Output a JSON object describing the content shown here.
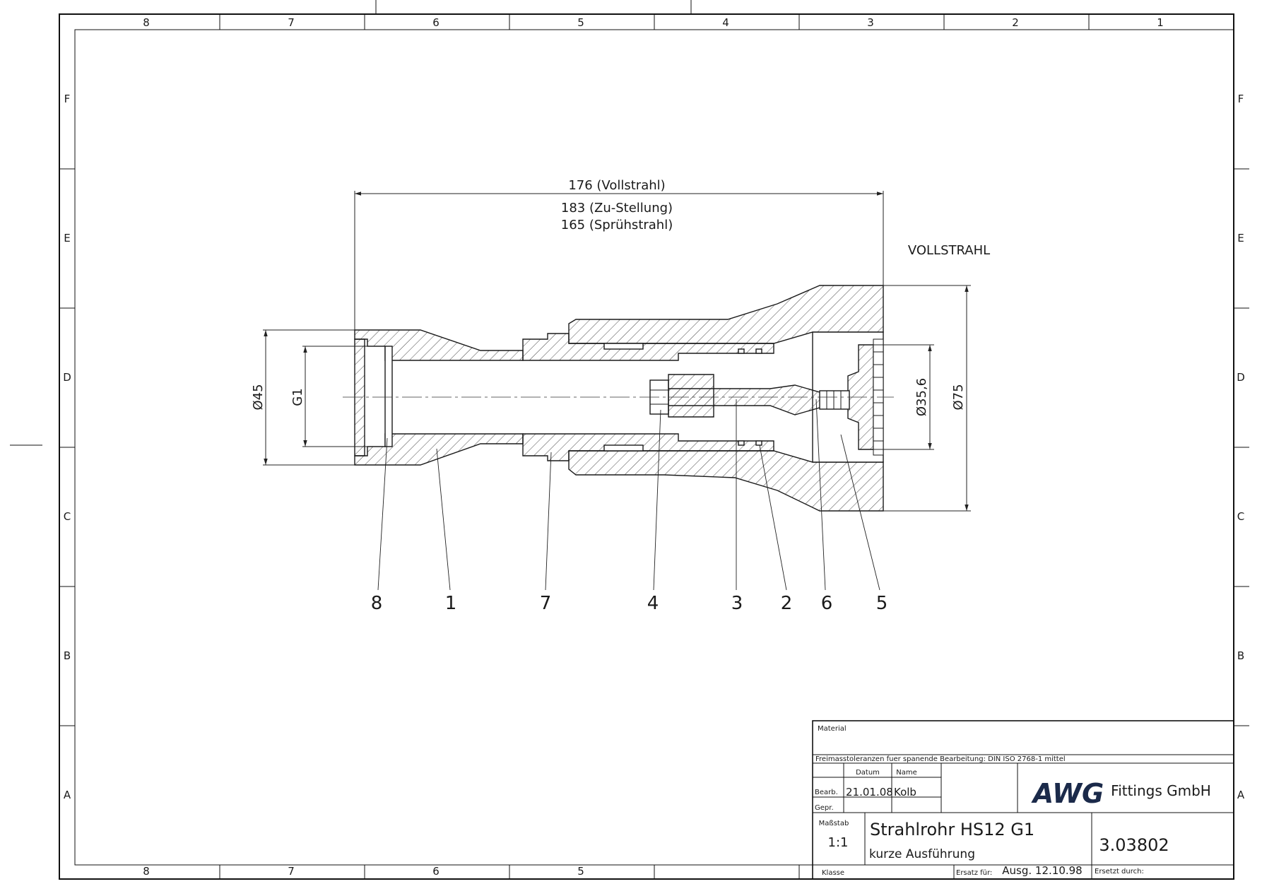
{
  "frame": {
    "columns": [
      "8",
      "7",
      "6",
      "5",
      "4",
      "3",
      "2",
      "1"
    ],
    "bottom_columns": [
      "8",
      "7",
      "6",
      "5"
    ],
    "rows": [
      "F",
      "E",
      "D",
      "C",
      "B",
      "A"
    ]
  },
  "dimensions": {
    "length_main": "176 (Vollstrahl)",
    "length_alt1": "183 (Zu-Stellung)",
    "length_alt2": "165 (Sprühstrahl)",
    "mode_label": "VOLLSTRAHL",
    "dia_45": "Ø45",
    "thread": "G1",
    "dia_35": "Ø35,6",
    "dia_75": "Ø75"
  },
  "callouts": [
    "8",
    "1",
    "7",
    "4",
    "3",
    "2",
    "6",
    "5"
  ],
  "title_block": {
    "material_label": "Material",
    "tolerance_note": "Freimasstoleranzen fuer spanende Bearbeitung: DIN ISO 2768-1 mittel",
    "col_datum": "Datum",
    "col_name": "Name",
    "row_bearb": "Bearb.",
    "row_gepr": "Gepr.",
    "bearb_date": "21.01.08",
    "bearb_name": "Kolb",
    "logo_text": "AWG",
    "company": "Fittings GmbH",
    "scale_label": "Maßstab",
    "scale_value": "1:1",
    "title_main": "Strahlrohr HS12  G1",
    "title_sub": "kurze Ausführung",
    "drawing_no": "3.03802",
    "klasse_label": "Klasse",
    "ersatz_fuer_label": "Ersatz für:",
    "issue": "Ausg. 12.10.98",
    "ersetzt_durch_label": "Ersetzt durch:"
  }
}
